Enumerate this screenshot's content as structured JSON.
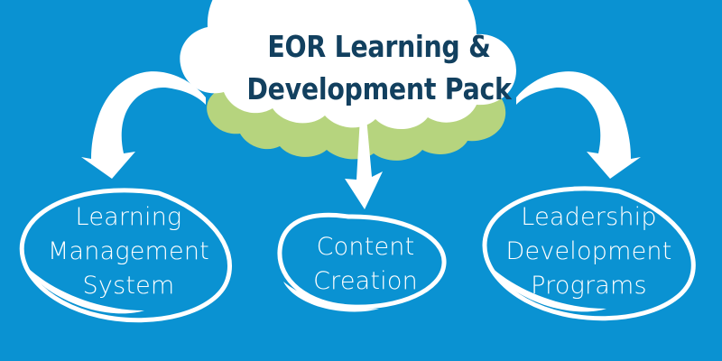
{
  "diagram": {
    "background_color": "#0a92d2",
    "cloud": {
      "name": "central-cloud",
      "fill_white": "#ffffff",
      "fill_green": "#b6d47e",
      "text_color": "#12405f",
      "title_line1": "EOR Learning &",
      "title_line2": "Development Pack"
    },
    "nodes": [
      {
        "id": "learning-management-system",
        "label_lines": [
          "Learning",
          "Management",
          "System"
        ],
        "stroke_color": "#ffffff",
        "text_color": "#ffffff"
      },
      {
        "id": "content-creation",
        "label_lines": [
          "Content",
          "Creation"
        ],
        "stroke_color": "#ffffff",
        "text_color": "#ffffff"
      },
      {
        "id": "leadership-development-programs",
        "label_lines": [
          "Leadership",
          "Development",
          "Programs"
        ],
        "stroke_color": "#ffffff",
        "text_color": "#ffffff"
      }
    ],
    "arrows": [
      {
        "id": "arrow-left",
        "direction": "curve-down-left",
        "color": "#ffffff"
      },
      {
        "id": "arrow-center",
        "direction": "straight-down",
        "color": "#ffffff"
      },
      {
        "id": "arrow-right",
        "direction": "curve-down-right",
        "color": "#ffffff"
      }
    ]
  }
}
